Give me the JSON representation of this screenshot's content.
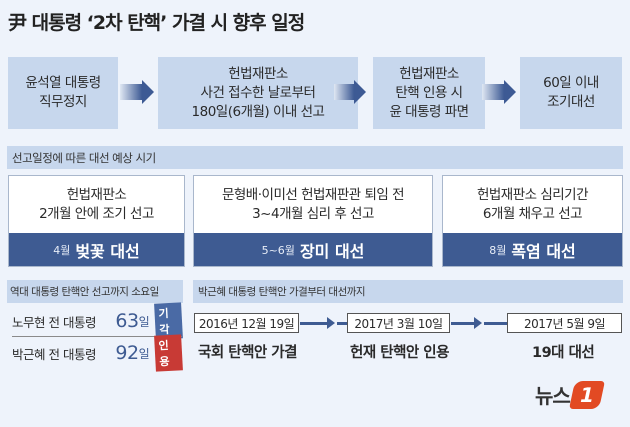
{
  "title": "尹 대통령 ‘2차 탄핵’ 가결 시 향후 일정",
  "flow": [
    {
      "text": "윤석열 대통령\n직무정지"
    },
    {
      "text": "헌법재판소\n사건 접수한 날로부터\n180일(6개월) 이내 선고"
    },
    {
      "text": "헌법재판소\n탄핵 인용 시\n윤 대통령 파면"
    },
    {
      "text": "60일 이내\n조기대선"
    }
  ],
  "scenarios_header": "선고일정에 따른 대선 예상 시기",
  "scenarios": [
    {
      "desc": "헌법재판소\n2개월 안에 조기 선고",
      "month": "4월",
      "name": "벚꽃 대선"
    },
    {
      "desc": "문형배·이미선 헌법재판관 퇴임 전\n3~4개월 심리 후 선고",
      "month": "5~6월",
      "name": "장미 대선"
    },
    {
      "desc": "헌법재판소 심리기간\n6개월 채우고 선고",
      "month": "8월",
      "name": "폭염 대선"
    }
  ],
  "history": {
    "header": "역대 대통령 탄핵안 선고까지 소요일",
    "rows": [
      {
        "who": "노무현 전 대통령",
        "days": "63",
        "unit": "일",
        "result": "기각",
        "color": "#4a6aa5"
      },
      {
        "who": "박근혜 전 대통령",
        "days": "92",
        "unit": "일",
        "result": "인용",
        "color": "#c83a35"
      }
    ]
  },
  "timeline": {
    "header": "박근혜 대통령 탄핵안 가결부터 대선까지",
    "events": [
      {
        "date": "2016년 12월 19일",
        "label": "국회 탄핵안 가결"
      },
      {
        "date": "2017년 3월 10일",
        "label": "헌재 탄핵안 인용"
      },
      {
        "date": "2017년 5월 9일",
        "label": "19대 대선"
      }
    ]
  },
  "logo": {
    "text": "뉴스",
    "mark": "1"
  },
  "colors": {
    "accent": "#3e5b92",
    "box": "#c7d7ed",
    "background": "#eef3fb",
    "logo": "#e24a23"
  }
}
